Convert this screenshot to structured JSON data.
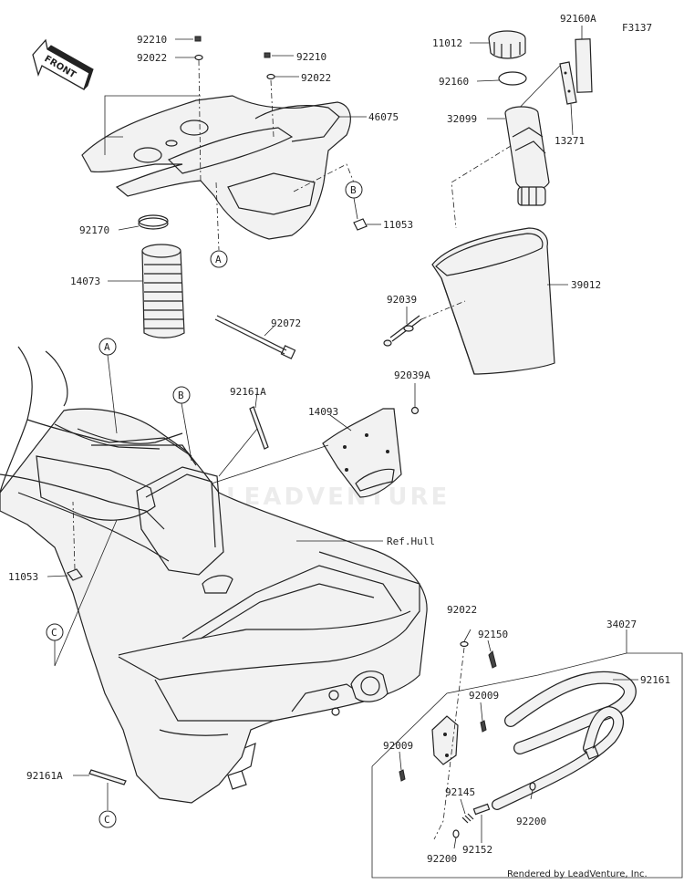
{
  "figure_code": "F3137",
  "front_label": "FRONT",
  "watermark": "LEADVENTURE",
  "footer": "Rendered by LeadVenture, Inc.",
  "ref_hull": "Ref.Hull",
  "refs": {
    "A": "A",
    "B": "B",
    "C": "C"
  },
  "parts": {
    "p92210a": "92210",
    "p92022a": "92022",
    "p92210b": "92210",
    "p92022b": "92022",
    "p46075": "46075",
    "p92170": "92170",
    "p14073": "14073",
    "p92072": "92072",
    "p11053a": "11053",
    "p11012": "11012",
    "p92160A": "92160A",
    "p92160": "92160",
    "p32099": "32099",
    "p13271": "13271",
    "p39012": "39012",
    "p92039": "92039",
    "p92039A": "92039A",
    "p92161Aa": "92161A",
    "p14093": "14093",
    "p11053b": "11053",
    "p92022c": "92022",
    "p92150": "92150",
    "p34027": "34027",
    "p92161": "92161",
    "p92009a": "92009",
    "p92009b": "92009",
    "p92145": "92145",
    "p92200a": "92200",
    "p92152": "92152",
    "p92200b": "92200",
    "p92161Ab": "92161A"
  }
}
